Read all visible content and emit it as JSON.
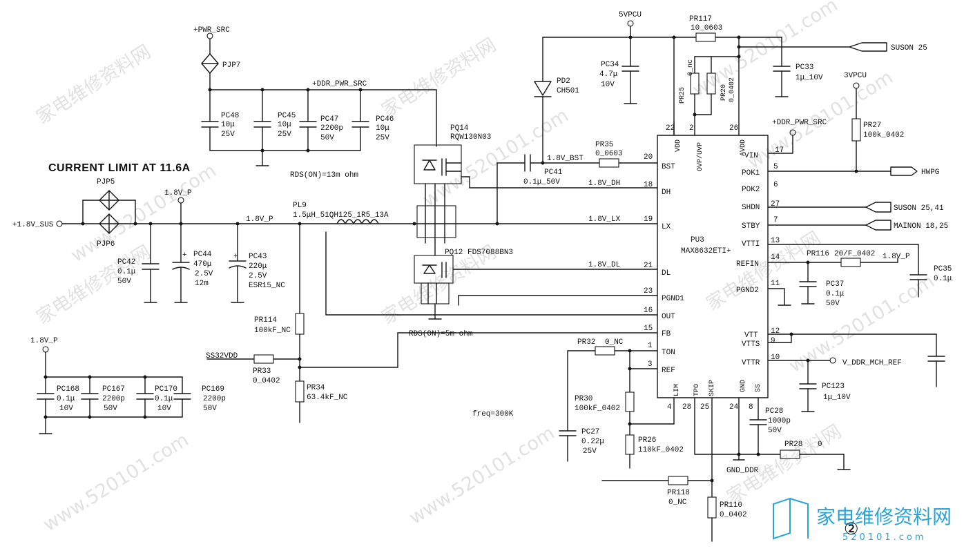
{
  "title": "CURRENT LIMIT AT 11.6A",
  "ic": {
    "ref": "PU3",
    "part": "MAX8632ETI+"
  },
  "left_pins": [
    {
      "num": "20",
      "name": "BST",
      "net": "1.8V_BST"
    },
    {
      "num": "18",
      "name": "DH",
      "net": "1.8V_DH"
    },
    {
      "num": "19",
      "name": "LX",
      "net": "1.8V_LX"
    },
    {
      "num": "21",
      "name": "DL",
      "net": "1.8V_DL"
    },
    {
      "num": "23",
      "name": "PGND1",
      "net": ""
    },
    {
      "num": "16",
      "name": "OUT",
      "net": ""
    },
    {
      "num": "15",
      "name": "FB",
      "net": ""
    },
    {
      "num": "1",
      "name": "TON",
      "net": ""
    },
    {
      "num": "3",
      "name": "REF",
      "net": ""
    }
  ],
  "right_pins": [
    {
      "num": "17",
      "name": "VIN"
    },
    {
      "num": "5",
      "name": "POK1"
    },
    {
      "num": "6",
      "name": "POK2"
    },
    {
      "num": "27",
      "name": "SHDN"
    },
    {
      "num": "7",
      "name": "STBY"
    },
    {
      "num": "13",
      "name": "VTTI"
    },
    {
      "num": "14",
      "name": "REFIN"
    },
    {
      "num": "11",
      "name": "PGND2"
    },
    {
      "num": "12",
      "name": "VTT"
    },
    {
      "num": "9",
      "name": "VTTS"
    },
    {
      "num": "10",
      "name": "VTTR"
    }
  ],
  "top_pins": [
    {
      "num": "22",
      "name": "VDD"
    },
    {
      "num": "2",
      "name": "OVP/UVP"
    },
    {
      "num": "26",
      "name": "AVDD"
    }
  ],
  "bottom_pins": [
    {
      "num": "4",
      "name": "LIM"
    },
    {
      "num": "28",
      "name": "TPO"
    },
    {
      "num": "25",
      "name": "SKIP"
    },
    {
      "num": "24",
      "name": "GND"
    },
    {
      "num": "8",
      "name": "SS"
    }
  ],
  "rails": {
    "pwr_src": "+PWR_SRC",
    "ddr_pwr_src": "+DDR_PWR_SRC",
    "ddr_pwr_src_vin": "+DDR_PWR_SRC",
    "v5": "5VPCU",
    "v3": "3VPCU",
    "sus": "+1.8V_SUS",
    "v18p_a": "1.8V_P",
    "v18p_b": "1.8V_P",
    "v18p_c": "1.8V_P",
    "v18p_d": "1.8V_P",
    "ss32vdd": "SS32VDD",
    "gnd_ddr": "GND_DDR"
  },
  "offpage": {
    "suson": "SUSON 25",
    "hwpg": "HWPG",
    "shdn": "SUSON 25,41",
    "stby": "MAINON 18,25",
    "vttr": "V_DDR_MCH_REF"
  },
  "components": {
    "pjp7": "PJP7",
    "pjp5": "PJP5",
    "pjp6": "PJP6",
    "pc48": [
      "PC48",
      "10μ",
      "25V"
    ],
    "pc45": [
      "PC45",
      "10μ",
      "25V"
    ],
    "pc47": [
      "PC47",
      "2200p",
      "50V"
    ],
    "pc46": [
      "PC46",
      "10μ",
      "25V"
    ],
    "pq14": [
      "PQ14",
      "RQW130N03"
    ],
    "rds_high": "RDS(ON)=13m ohm",
    "pq12": "PQ12  FDS7088BN3",
    "rds_low": "RDS(ON)=5m ohm",
    "pd2": [
      "PD2",
      "CH501"
    ],
    "pc34": [
      "PC34",
      "4.7μ",
      "10V"
    ],
    "pr117": [
      "PR117",
      "10_0603"
    ],
    "pc33": [
      "PC33",
      "1μ_10V"
    ],
    "pr25": [
      "PR25",
      "0_nc"
    ],
    "pr20": [
      "PR20",
      "0_0402"
    ],
    "pr27": [
      "PR27",
      "100k_0402"
    ],
    "pr35": [
      "PR35",
      "0_0603"
    ],
    "pc41": [
      "PC41",
      "0.1μ_50V"
    ],
    "pl9": [
      "PL9",
      "1.5μH_51QH125_1R5_13A"
    ],
    "pc42": [
      "PC42",
      "0.1μ",
      "50V"
    ],
    "pc44": [
      "PC44",
      "470μ",
      "2.5V",
      "12m"
    ],
    "pc43": [
      "PC43",
      "220μ",
      "2.5V",
      "ESR15_NC"
    ],
    "pr114": [
      "PR114",
      "100kF_NC"
    ],
    "pr33": [
      "PR33",
      "0_0402"
    ],
    "pr34": [
      "PR34",
      "63.4kF_NC"
    ],
    "pc168": [
      "PC168",
      "0.1μ",
      "10V"
    ],
    "pc167": [
      "PC167",
      "2200p",
      "50V"
    ],
    "pc170": [
      "PC170",
      "0.1μ",
      "10V"
    ],
    "pc169": [
      "PC169",
      "2200p",
      "50V"
    ],
    "pr32": [
      "PR32",
      "0_NC"
    ],
    "pr30": [
      "PR30",
      "100kF_0402"
    ],
    "pc27": [
      "PC27",
      "0.22μ",
      "25V"
    ],
    "pr26": [
      "PR26",
      "110kF_0402"
    ],
    "pr118": [
      "PR118",
      "0_NC"
    ],
    "pr110": [
      "PR110",
      "0_0402"
    ],
    "pc28": [
      "PC28",
      "1000p",
      "50V"
    ],
    "pr28": [
      "PR28",
      "0"
    ],
    "pc123": [
      "PC123",
      "1μ_10V"
    ],
    "pr116": [
      "PR116",
      "20/F_0402"
    ],
    "pc37": [
      "PC37",
      "0.1μ",
      "50V"
    ],
    "pc35": [
      "PC35",
      "0.1μ"
    ]
  },
  "freq_note": "freq=300K",
  "watermark": {
    "text": "家电维修资料网",
    "url": "www.520101.com"
  },
  "logo": {
    "cn": "家电维修资料网",
    "url": "520101.com"
  },
  "circle_number": "②"
}
